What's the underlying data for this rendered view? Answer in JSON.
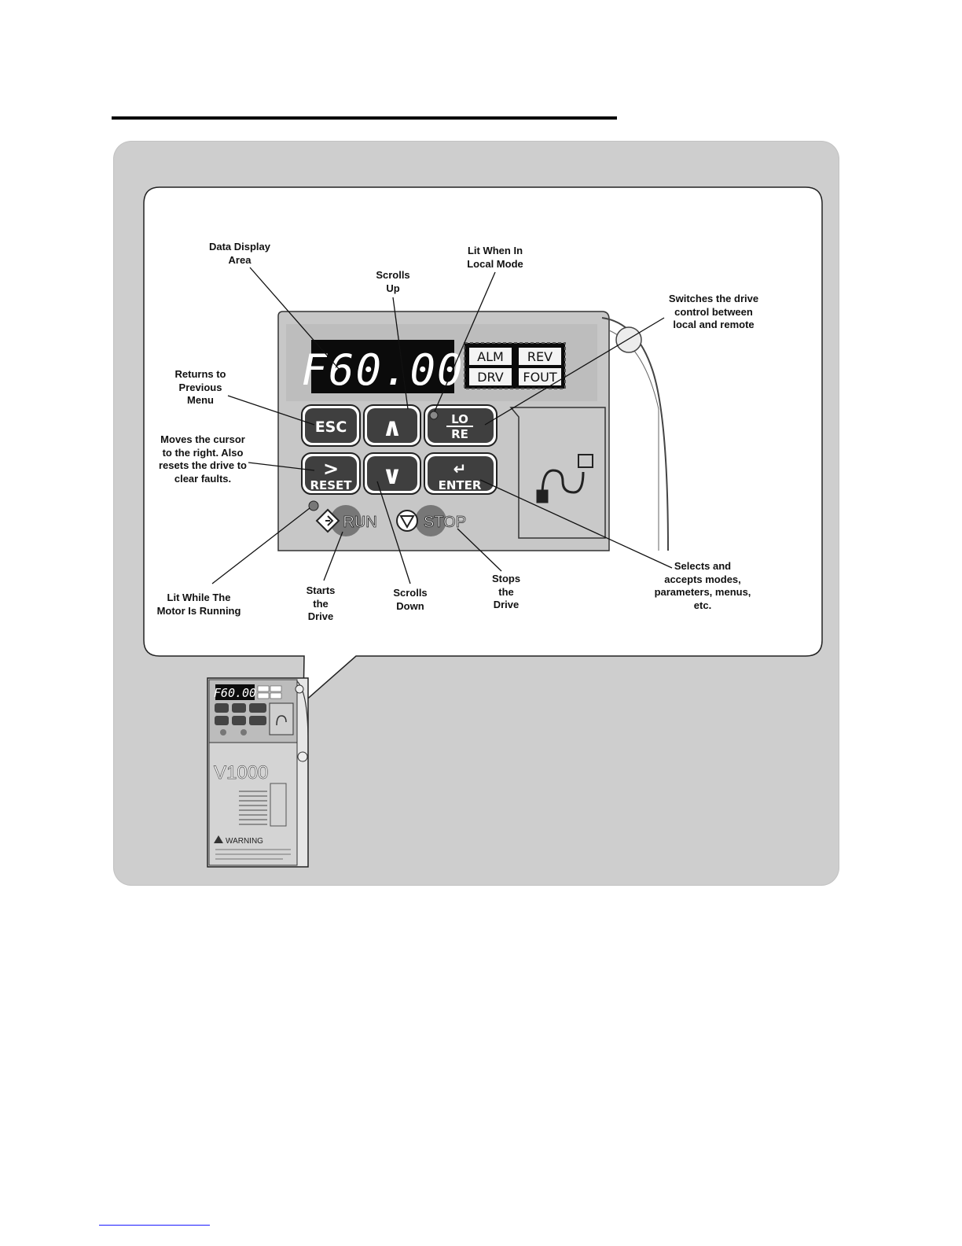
{
  "display": {
    "value": "F60.00",
    "indicators": [
      "ALM",
      "REV",
      "DRV",
      "FOUT"
    ]
  },
  "keys": {
    "esc": "ESC",
    "up": "∧",
    "lo": "LO",
    "re": "RE",
    "right": ">",
    "reset": "RESET",
    "down": "∨",
    "enter_symbol": "↵",
    "enter": "ENTER",
    "run": "RUN",
    "stop": "STOP"
  },
  "callouts": {
    "data_display": "Data Display\nArea",
    "scrolls_up": "Scrolls\nUp",
    "lit_local": "Lit When In\nLocal Mode",
    "switches": "Switches the drive\ncontrol between\nlocal and remote",
    "returns": "Returns to\nPrevious\nMenu",
    "moves_cursor": "Moves the cursor\nto the right. Also\nresets the drive to\nclear faults.",
    "lit_running": "Lit While The\nMotor Is Running",
    "starts": "Starts\nthe\nDrive",
    "scrolls_down": "Scrolls\nDown",
    "stops": "Stops\nthe\nDrive",
    "selects": "Selects and\naccepts modes,\nparameters, menus,\netc."
  },
  "mini_drive": {
    "display_value": "F60.00",
    "model": "V1000",
    "warning": "WARNING"
  },
  "colors": {
    "panel_bg": "#cecece",
    "display_bg": "#0b0b0b",
    "key_bg": "#3f3f3f"
  }
}
